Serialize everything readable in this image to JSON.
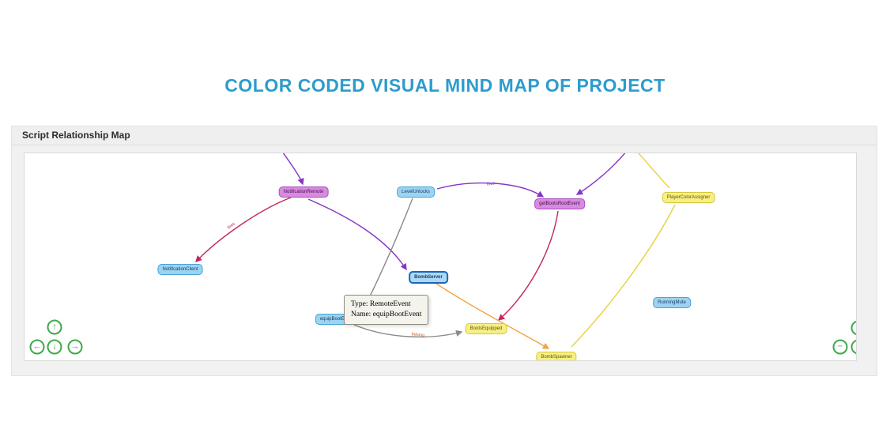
{
  "page": {
    "title": "Color Coded Visual Mind Map of Project"
  },
  "panel": {
    "header": "Script Relationship Map"
  },
  "graph": {
    "nodes": [
      {
        "label": "NotificationRemote"
      },
      {
        "label": "LevelUnlocks"
      },
      {
        "label": "getBootsRootEvent"
      },
      {
        "label": "PlayerColorAssigner"
      },
      {
        "label": "NotificationClient"
      },
      {
        "label": "BombServer"
      },
      {
        "label": "RunningMute"
      },
      {
        "label": "equipBootEvent"
      },
      {
        "label": "BootsEquipped"
      },
      {
        "label": "BombSpawner"
      }
    ],
    "edges": [
      {
        "from": "offscreen-top",
        "to": "NotificationRemote",
        "color": "purple"
      },
      {
        "from": "NotificationRemote",
        "to": "BombServer",
        "color": "purple"
      },
      {
        "from": "NotificationRemote",
        "to": "NotificationClient",
        "color": "crimson",
        "label": "fires"
      },
      {
        "from": "LevelUnlocks",
        "to": "getBootsRootEvent",
        "color": "purple",
        "label": "fires"
      },
      {
        "from": "offscreen-top",
        "to": "getBootsRootEvent",
        "color": "purple"
      },
      {
        "from": "offscreen-top",
        "to": "PlayerColorAssigner",
        "color": "yellow"
      },
      {
        "from": "PlayerColorAssigner",
        "to": "BombSpawner",
        "color": "yellow"
      },
      {
        "from": "getBootsRootEvent",
        "to": "BootsEquipped",
        "color": "crimson"
      },
      {
        "from": "LevelUnlocks",
        "to": "equipBootEvent",
        "color": "gray"
      },
      {
        "from": "equipBootEvent",
        "to": "BootsEquipped",
        "color": "gray",
        "label": "belong"
      },
      {
        "from": "BombServer",
        "to": "BombSpawner",
        "color": "orange"
      }
    ],
    "tooltip": {
      "line1": "Type: RemoteEvent",
      "line2": "Name: equipBootEvent"
    }
  },
  "controls": {
    "pan_up": "↑",
    "pan_down": "↓",
    "pan_left": "←",
    "pan_right": "→",
    "zoom_out": "−",
    "zoom_in": "+"
  },
  "colors": {
    "title": "#2d9bcb",
    "node_blue_bg": "#9bd3f1",
    "node_purple_bg": "#d78ade",
    "node_yellow_bg": "#f7ef82",
    "selected_border": "#1a66b8",
    "edge_purple": "#8336c6",
    "edge_crimson": "#c4265e",
    "edge_gray": "#8a8a8a",
    "edge_orange": "#f2a444",
    "edge_yellow": "#e6d23e",
    "controls_green": "#3fa84c",
    "panel_bg": "#f1f1f1",
    "tooltip_bg": "#f4f3ec"
  }
}
